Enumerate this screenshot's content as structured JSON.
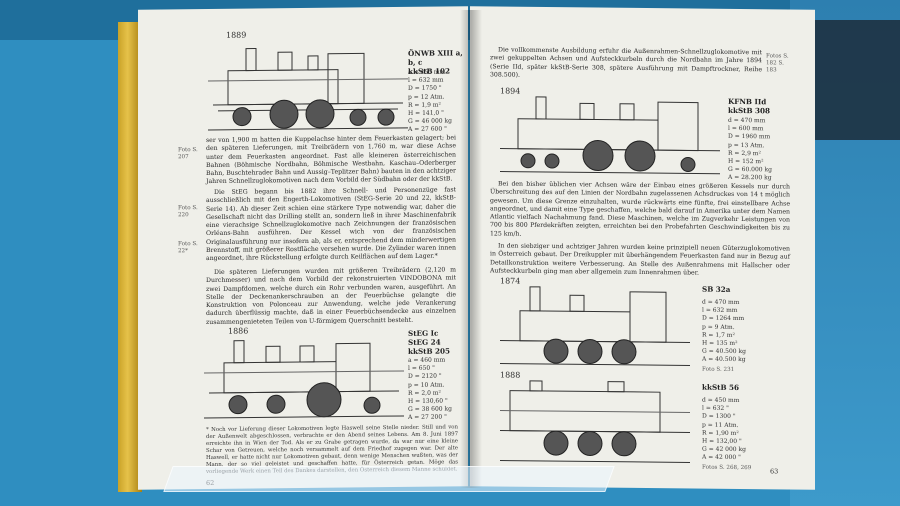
{
  "left_page": {
    "page_number": "62",
    "fig1": {
      "year": "1889",
      "spec_title": [
        "ÖNWB XIII a, b, c",
        "kkStB 102"
      ],
      "specs": [
        "a = 450 mm",
        "l = 632 mm",
        "D = 1750 \"",
        "p = 12 Atm.",
        "R = 1,9 m²",
        "H = 141,0 \"",
        "G = 46 000 kg",
        "A = 27 600 \""
      ]
    },
    "margin_notes": [
      "Foto S. 207",
      "Foto S. 220",
      "Foto S. 22*"
    ],
    "paragraphs": [
      "ser von 1,900 m hatten die Kuppelachse hinter dem Feuerkasten gelagert; bei den späteren Lieferungen, mit Treibrädern von 1,760 m, war diese Achse unter dem Feuerkasten angeordnet. Fast alle kleineren österreichischen Bahnen (Böhmische Nordbahn, Böhmische Westbahn, Kaschau–Oderberger Bahn, Buschtehrader Bahn und Aussig–Teplitzer Bahn) bauten in den achtziger Jahren Schnellzuglokomotiven nach dem Vorbild der Südbahn oder der kkStB.",
      "Die StEG begann bis 1882 ihre Schnell- und Personenzüge fast ausschließlich mit den Engerth-Lokomotiven (StEG-Serie 20 und 22, kkStB-Serie 14). Ab dieser Zeit schien eine stärkere Type notwendig war, daher die Gesellschaft nicht das Drilling stellt an, sondern ließ in ihrer Maschinenfabrik eine vierachsige Schnellzuglokomotive nach Zeichnungen der französischen Orléans-Bahn ausführen. Der Kessel wich von der französischen Originalausführung nur insofern ab, als er, entsprechend dem minderwertigen Brennstoff, mit größerer Rostfläche versehen wurde. Die Zylinder waren innen angeordnet, ihre Rückstellung erfolgte durch Keilflächen auf dem Lager.*",
      "Die späteren Lieferungen wurden mit größeren Treibrädern (2,120 m Durchmesser) und nach dem Vorbild der rekonstruierten VINDOBONA mit zwei Dampfdomen, welche durch ein Rohr verbunden waren, ausgeführt. An Stelle der Deckenankerschrauben an der Feuerbüchse gelangte die Konstruktion von Polonceau zur Anwendung, welche jede Verankerung dadurch überflüssig machte, daß in einer Feuerbüchsendecke aus einzelnen zusammengenieteten Teilen von U-förmigem Querschnitt besteht."
    ],
    "fig2": {
      "year": "1886",
      "spec_title": [
        "StEG Ic",
        "StEG 24",
        "kkStB 205"
      ],
      "specs": [
        "a = 460 mm",
        "l = 650 \"",
        "D = 2120 \"",
        "p = 10 Atm.",
        "R = 2,0 m²",
        "H = 130,60 \"",
        "G = 38 600 kg",
        "A = 27 200 \""
      ]
    },
    "footnote": "* Noch vor Lieferung dieser Lokomotiven legte Haswell seine Stelle nieder. Still und von der Außenwelt abgeschlossen, verbrachte er den Abend seines Lebens. Am 8. Juni 1897 erreichte ihn in Wien der Tod. Als er zu Grabe getragen wurde, da war nur eine kleine Schar von Getreuen, welche noch versammelt auf dem Friedhof zugegen war. Der alte Haswell, er hatte nicht nur Lokomotiven gebaut, denn wenige Menschen wußten, was der Mann, der so viel geleistet und geschaffen hatte, für Österreich getan. Möge das vorliegende Werk einen Teil des Dankes darstellen, den Österreich diesem Manne schuldet."
  },
  "right_page": {
    "page_number": "63",
    "margin_top": "Fotos S. 182 S. 183",
    "intro": "Die vollkommenste Ausbildung erfuhr die Außenrahmen-Schnellzuglokomotive mit zwei gekuppelten Achsen und Aufsteckkurbeln durch die Nordbahn im Jahre 1894 (Serie IId, später kkStB-Serie 308, spätere Ausführung mit Dampftrockner, Reihe 308.500).",
    "fig1": {
      "year": "1894",
      "spec_title": [
        "KFNB IId",
        "kkStB 308"
      ],
      "specs": [
        "d = 470 mm",
        "l = 600 mm",
        "D = 1960 mm",
        "p = 13 Atm.",
        "R = 2,9 m²",
        "H = 152 m²",
        "G = 60.000 kg",
        "A = 28.200 kg"
      ]
    },
    "paragraphs": [
      "Bei den bisher üblichen vier Achsen wäre der Einbau eines größeren Kessels nur durch Überschreitung des auf den Linien der Nordbahn zugelassenen Achsdruckes von 14 t möglich gewesen. Um diese Grenze einzuhalten, wurde rückwärts eine fünfte, frei einstellbare Achse angeordnet, und damit eine Type geschaffen, welche bald darauf in Amerika unter dem Namen Atlantic vielfach Nachahmung fand. Diese Maschinen, welche im Zugverkehr Leistungen von 700 bis 800 Pferdekräften zeigten, erreichten bei den Probefahrten Geschwindigkeiten bis zu 125 km/h.",
      "In den siebziger und achtziger Jahren wurden keine prinzipiell neuen Güterzuglokomotiven in Österreich gebaut. Der Dreikuppler mit überhängendem Feuerkasten fand nur in Bezug auf Detailkonstruktion weitere Verbesserung. An Stelle des Außenrahmens mit Hallscher oder Aufsteckkurbeln ging man aber allgemein zum Innenrahmen über."
    ],
    "fig2": {
      "year": "1874",
      "spec_title": [
        "SB 32a"
      ],
      "specs": [
        "d = 470 mm",
        "l = 632 mm",
        "D = 1264 mm",
        "p = 9 Atm.",
        "R = 1,7 m²",
        "H = 135 m²",
        "G = 40.500 kg",
        "A = 40.500 kg"
      ],
      "foto": "Foto S. 231"
    },
    "fig3": {
      "year": "1888",
      "spec_title": [
        "kkStB 56"
      ],
      "specs": [
        "d = 450 mm",
        "l = 632 \"",
        "D = 1300 \"",
        "p = 11 Atm.",
        "R = 1,90 m²",
        "H = 132,00 \"",
        "G = 42 000 kg",
        "A = 42 000 \""
      ],
      "foto": "Fotos S. 268, 269"
    }
  }
}
